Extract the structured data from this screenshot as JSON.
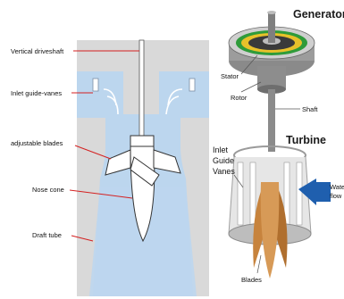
{
  "left_diagram": {
    "labels": {
      "vertical_driveshaft": "Vertical driveshaft",
      "inlet_guide_vanes": "Inlet guide-vanes",
      "adjustable_blades": "adjustable blades",
      "nose_cone": "Nose cone",
      "draft_tube": "Draft tube"
    },
    "colors": {
      "water": "#bcd6ee",
      "concrete": "#d9d9d9",
      "leader": "#d42020"
    }
  },
  "right_diagram": {
    "titles": {
      "generator": "Generator",
      "turbine": "Turbine"
    },
    "labels": {
      "stator": "Stator",
      "rotor": "Rotor",
      "shaft": "Shaft",
      "inlet_guide_vanes_line1": "Inlet",
      "inlet_guide_vanes_line2": "Guide",
      "inlet_guide_vanes_line3": "Vanes",
      "water_flow_line1": "Water",
      "water_flow_line2": "flow",
      "blades": "Blades"
    },
    "colors": {
      "generator_green": "#2f9b3a",
      "generator_yellow": "#e8c12a",
      "water_arrow": "#1f5fae",
      "blade_bronze": "#c7833d"
    }
  }
}
